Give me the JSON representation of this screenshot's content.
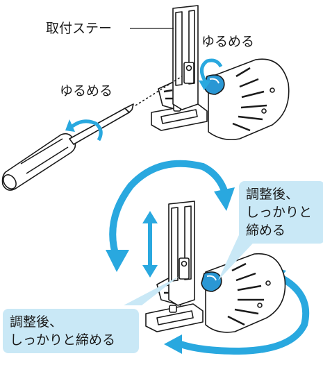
{
  "labels": {
    "stay": "取付ステー",
    "loosen_knob": "ゆるめる",
    "loosen_screw": "ゆるめる"
  },
  "callouts": {
    "upper": [
      "調整後、",
      "しっかりと",
      "締める"
    ],
    "lower": [
      "調整後、",
      "しっかりと締める"
    ]
  },
  "colors": {
    "arrow_blue": "#29a8df",
    "callout_bg": "#c9e8f6",
    "line": "#1a1a1a"
  }
}
